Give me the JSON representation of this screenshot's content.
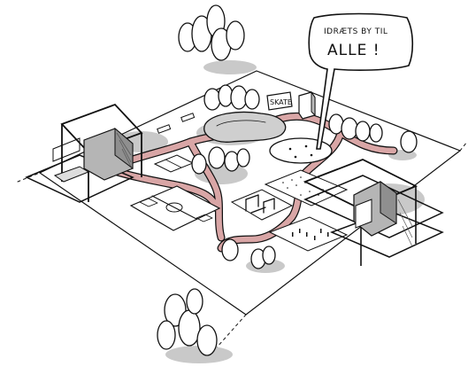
{
  "speech_bubble": {
    "line1": "IDRÆTS BY TIL",
    "line2": "ALLE !"
  },
  "skate_sign": "SKATE",
  "colors": {
    "path_fill": "#d9a6a6",
    "path_stroke": "#111111",
    "shadow": "#c9c9c9",
    "ink": "#111111",
    "paper": "#ffffff"
  }
}
